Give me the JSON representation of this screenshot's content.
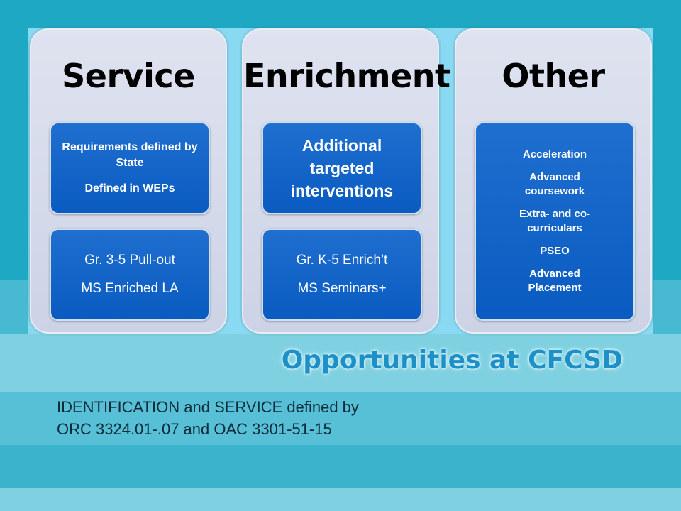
{
  "columns": [
    {
      "heading": "Service",
      "boxes": [
        {
          "lines": [
            "Requirements defined by State",
            "Defined in WEPs"
          ]
        },
        {
          "lines": [
            "Gr. 3-5 Pull-out",
            "MS Enriched LA"
          ]
        }
      ]
    },
    {
      "heading": "Enrichment",
      "boxes": [
        {
          "lines": [
            "Additional targeted interventions"
          ]
        },
        {
          "lines": [
            "Gr. K-5 Enrich’t",
            "MS Seminars+"
          ]
        }
      ]
    },
    {
      "heading": "Other",
      "boxes": [
        {
          "lines": [
            "Acceleration",
            "Advanced coursework",
            "Extra- and co-curriculars",
            "PSEO",
            "Advanced Placement"
          ]
        }
      ]
    }
  ],
  "footer": {
    "title": "Opportunities at CFCSD",
    "note_line1": "IDENTIFICATION and SERVICE defined by",
    "note_line2": "ORC 3324.01-.07 and OAC 3301-51-15"
  },
  "colors": {
    "background": "#1fa8c4",
    "column_fill": "#d6dbeb",
    "box_fill": "#1565c8",
    "title_text": "#1e90c8"
  }
}
